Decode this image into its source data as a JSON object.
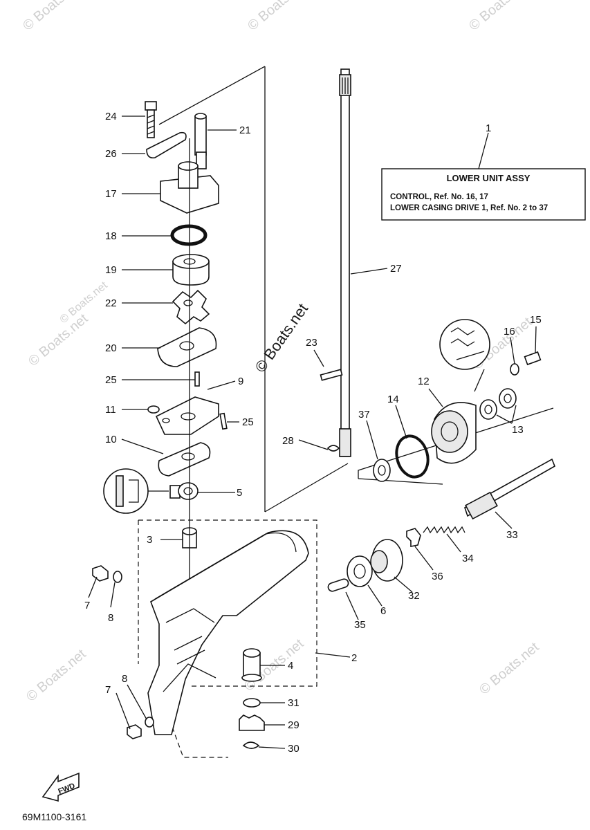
{
  "watermarks": [
    "© Boats.net",
    "© Boats.net",
    "© Boats.net",
    "© Boats.net",
    "© Boats.net",
    "© Boats.net",
    "© Boats.net",
    "© Boats.net",
    "© Boats.net"
  ],
  "center_watermark": "© Boats.net",
  "info_box": {
    "callout": "1",
    "title": "LOWER UNIT ASSY",
    "line1": "CONTROL,  Ref. No. 16, 17",
    "line2": "LOWER CASING DRIVE 1, Ref. No. 2 to 37"
  },
  "callouts": {
    "c24": "24",
    "c21": "21",
    "c26": "26",
    "c17": "17",
    "c18": "18",
    "c19": "19",
    "c22": "22",
    "c20": "20",
    "c25a": "25",
    "c9": "9",
    "c11": "11",
    "c25b": "25",
    "c10": "10",
    "c5": "5",
    "c3": "3",
    "c7a": "7",
    "c8a": "8",
    "c27": "27",
    "c23": "23",
    "c28": "28",
    "c16": "16",
    "c15": "15",
    "c12": "12",
    "c14": "14",
    "c37": "37",
    "c13": "13",
    "c33": "33",
    "c34": "34",
    "c36": "36",
    "c32": "32",
    "c6": "6",
    "c35": "35",
    "c2": "2",
    "c4": "4",
    "c8b": "8",
    "c7b": "7",
    "c31": "31",
    "c29": "29",
    "c30": "30"
  },
  "fwd_label": "FWD",
  "diagram_code": "69M1100-3161"
}
